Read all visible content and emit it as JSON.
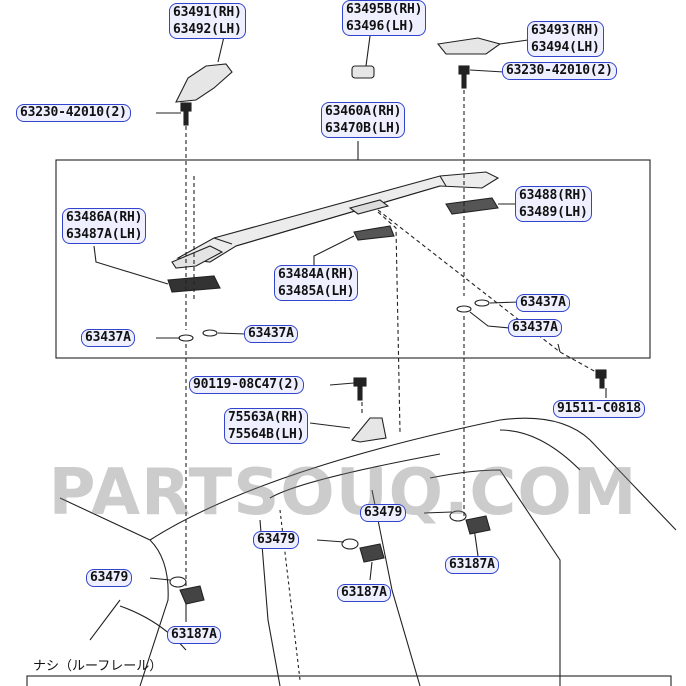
{
  "watermark": "PARTSOUQ.COM",
  "note": "ナシ（ルーフレール）",
  "labels": {
    "p63491": "63491(RH)\n63492(LH)",
    "p63495": "63495B(RH)\n63496(LH)",
    "p63493": "63493(RH)\n63494(LH)",
    "p63230_left": "63230-42010(2)",
    "p63230_right": "63230-42010(2)",
    "p63460": "63460A(RH)\n63470B(LH)",
    "p63488": "63488(RH)\n63489(LH)",
    "p63486": "63486A(RH)\n63487A(LH)",
    "p63484": "63484A(RH)\n63485A(LH)",
    "p63437_r1": "63437A",
    "p63437_r2": "63437A",
    "p63437_l1": "63437A",
    "p63437_l2": "63437A",
    "p90119": "90119-08C47(2)",
    "p91511": "91511-C0818",
    "p75563": "75563A(RH)\n75564B(LH)",
    "p63479_a": "63479",
    "p63479_b": "63479",
    "p63479_c": "63479",
    "p63187_a": "63187A",
    "p63187_b": "63187A",
    "p63187_c": "63187A"
  }
}
